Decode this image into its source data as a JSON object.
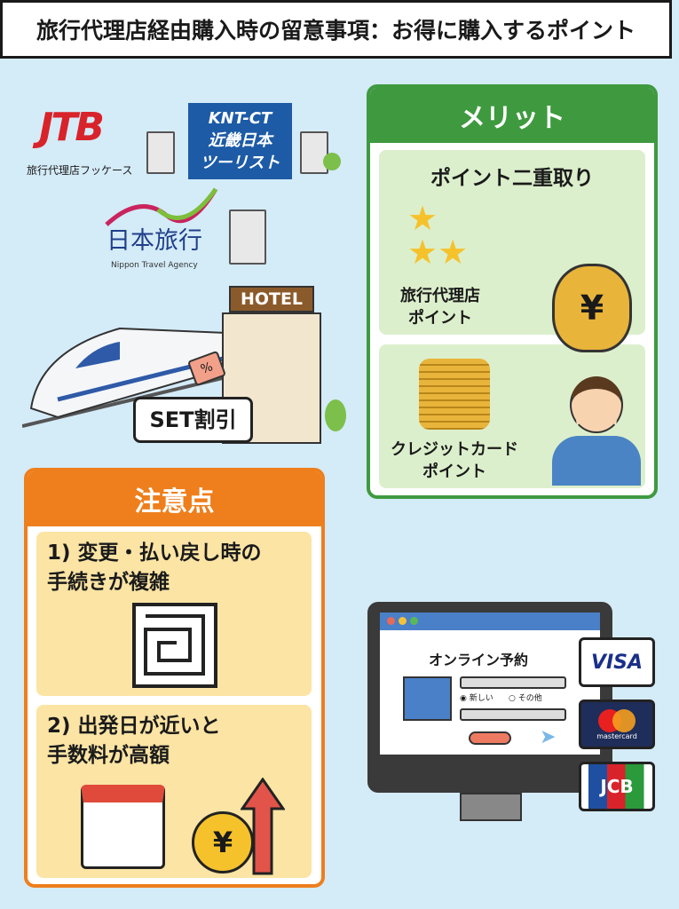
{
  "title": "旅行代理店経由購入時の留意事項：お得に購入するポイント",
  "logos": {
    "jtb": "JTB",
    "jtb_caption": "旅行代理店フッケース",
    "knt_line1": "KNT-CT",
    "knt_line2": "近畿日本",
    "knt_line3": "ツーリスト",
    "nta_name": "日本旅行",
    "nta_en": "Nippon Travel Agency"
  },
  "illustration": {
    "hotel_sign": "HOTEL",
    "set_discount": "SET割引",
    "tag_symbol": "%"
  },
  "merit": {
    "header": "メリット",
    "subtitle": "ポイント二重取り",
    "agency_points": "旅行代理店\nポイント",
    "card_points": "クレジットカード\nポイント",
    "yen": "¥"
  },
  "caution": {
    "header": "注意点",
    "item1": "1) 変更・払い戻し時の\n手続きが複雑",
    "item2": "2) 出発日が近いと\n手数料が高額",
    "yen": "¥"
  },
  "online": {
    "heading": "オンライン予約",
    "radio1": "新しい",
    "radio2": "その他",
    "cards": [
      "VISA",
      "mastercard",
      "JCB"
    ]
  },
  "colors": {
    "merit": "#3f9a3f",
    "caution": "#ee7f1c",
    "background": "#d4ebf8"
  }
}
